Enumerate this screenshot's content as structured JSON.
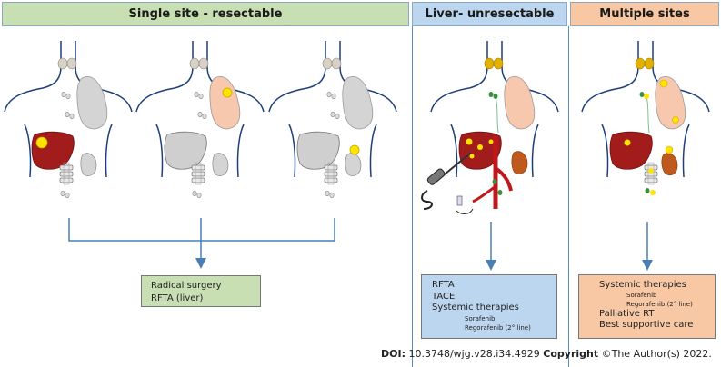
{
  "headers": {
    "single_site": "Single site - resectable",
    "liver": "Liver- unresectable",
    "multiple": "Multiple sites"
  },
  "single_site_box": {
    "line1": "Radical surgery",
    "line2": "RFTA (liver)"
  },
  "liver_box": {
    "line1": "RFTA",
    "line2": "TACE",
    "line3": "Systemic  therapies",
    "drug1": "Sorafenib",
    "drug2": "Regorafenib  (2° line)"
  },
  "multiple_box": {
    "line1": "Systemic therapies",
    "drug1": "Sorafenib",
    "drug2": "Regorafenib  (2° line)",
    "line2": "Palliative RT",
    "line3": "Best supportive care"
  },
  "footer": {
    "doi_label": "DOI:",
    "doi_value": "10.3748/wjg.v28.i34.4929",
    "copyright_label": "Copyright",
    "copyright_value": "©The Author(s) 2022."
  },
  "colors": {
    "green_header": "#c8dfb4",
    "blue_header": "#bcd6ef",
    "orange_header": "#f8c8a4",
    "liver_diseased": "#a31c1c",
    "lesion": "#ffe400",
    "arrow": "#4a7fb5"
  }
}
